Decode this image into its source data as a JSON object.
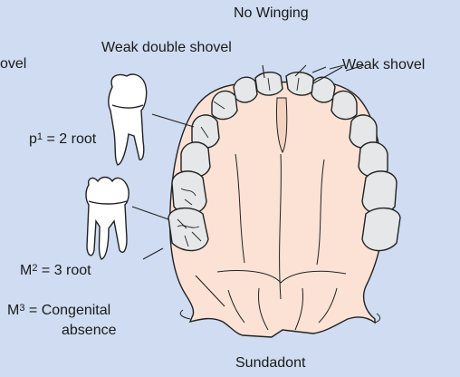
{
  "colors": {
    "background": "#cfdcf1",
    "palate": "#fbe2d5",
    "tooth": "#e6e7e8",
    "outline": "#222222"
  },
  "labels": {
    "top": "No Winging",
    "left_partial": "ovel",
    "weak_double_shovel": "Weak double shovel",
    "weak_shovel": "Weak shovel",
    "p1_base": "p",
    "p1_sup": "1",
    "p1_rest": " = 2 root",
    "m2_base": "M",
    "m2_sup": "2",
    "m2_rest": " = 3 root",
    "m3_base": "M",
    "m3_sup": "3",
    "m3_rest": " = Congenital",
    "m3_line2": "absence",
    "bottom": "Sundadont"
  }
}
